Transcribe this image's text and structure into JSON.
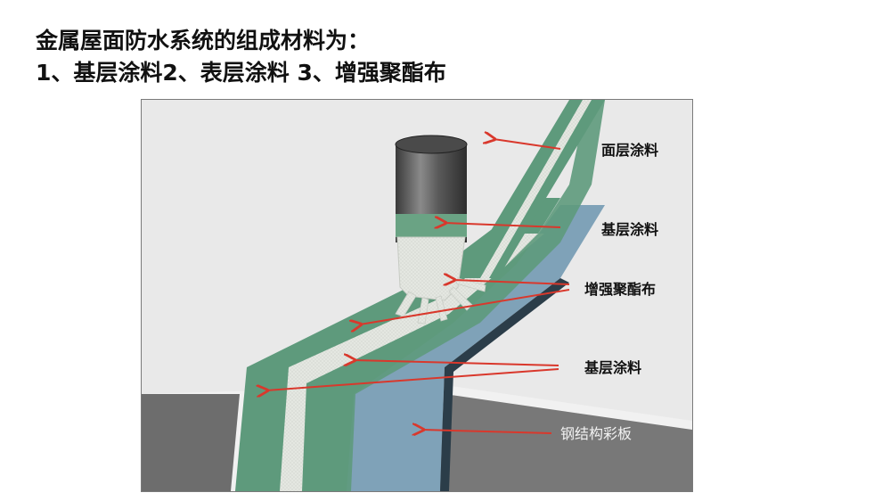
{
  "heading": {
    "line1": "金属屋面防水系统的组成材料为：",
    "line2": "1、基层涂料2、表层涂料 3、增强聚酯布"
  },
  "figure": {
    "labels": {
      "top_coating": "面层涂料",
      "base_coating_upper": "基层涂料",
      "polyester": "增强聚酯布",
      "base_coating_lower": "基层涂料",
      "steel_panel": "钢结构彩板"
    },
    "colors": {
      "green_coating": "#5e9a7c",
      "fabric": "#dfe3dc",
      "steel_blue": "#7fa2b8",
      "arrow_red": "#d9382c",
      "roof_white": "#f1f1f1",
      "roof_side": "#6c6c6c"
    }
  }
}
